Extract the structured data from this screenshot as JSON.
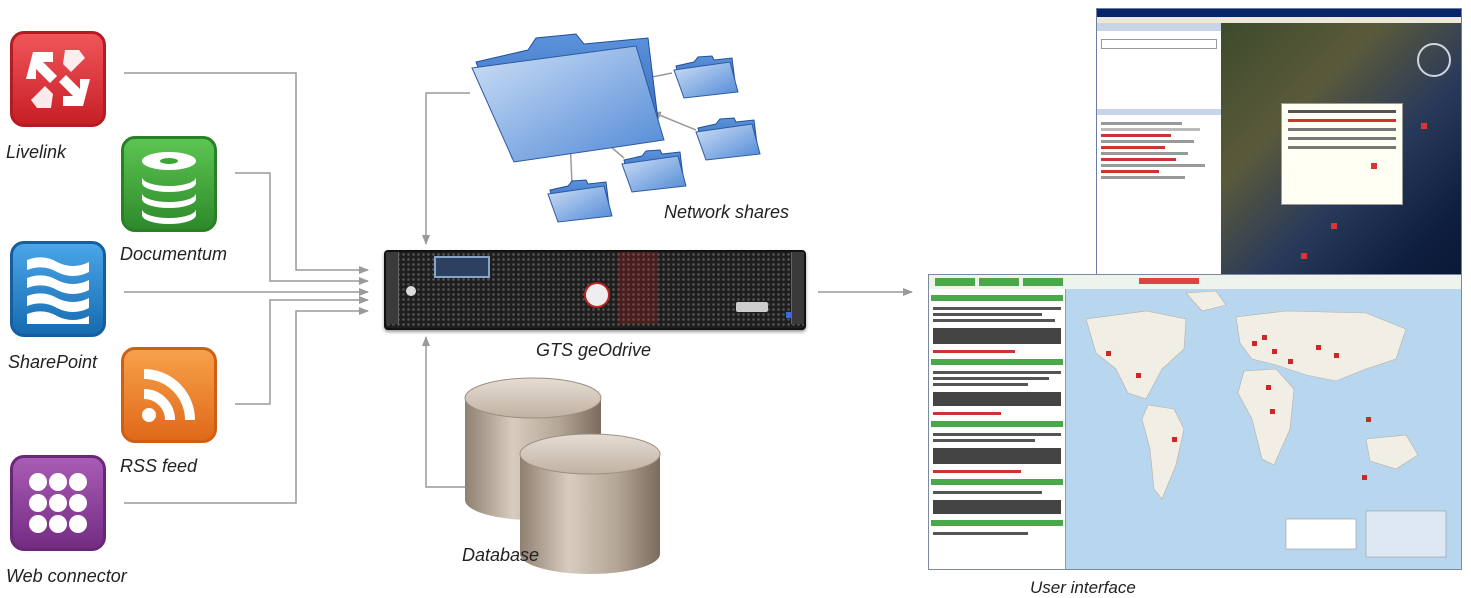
{
  "sources": [
    {
      "id": "livelink",
      "label": "Livelink",
      "icon": "livelink-icon",
      "color": "#d8282e"
    },
    {
      "id": "documentum",
      "label": "Documentum",
      "icon": "documentum-icon",
      "color": "#3aa635"
    },
    {
      "id": "sharepoint",
      "label": "SharePoint",
      "icon": "sharepoint-icon",
      "color": "#1f7ec6"
    },
    {
      "id": "rss",
      "label": "RSS feed",
      "icon": "rss-icon",
      "color": "#ee7d1e"
    },
    {
      "id": "web",
      "label": "Web connector",
      "icon": "web-connector-icon",
      "color": "#8a3a96"
    }
  ],
  "network_shares": {
    "label": "Network shares",
    "icon": "folder-icon",
    "color": "#3d7ad0"
  },
  "server": {
    "label": "GTS geOdrive",
    "icon": "server-icon"
  },
  "database": {
    "label": "Database",
    "icon": "database-icon",
    "color": "#b0a08e"
  },
  "user_interface": {
    "label": "User interface"
  }
}
